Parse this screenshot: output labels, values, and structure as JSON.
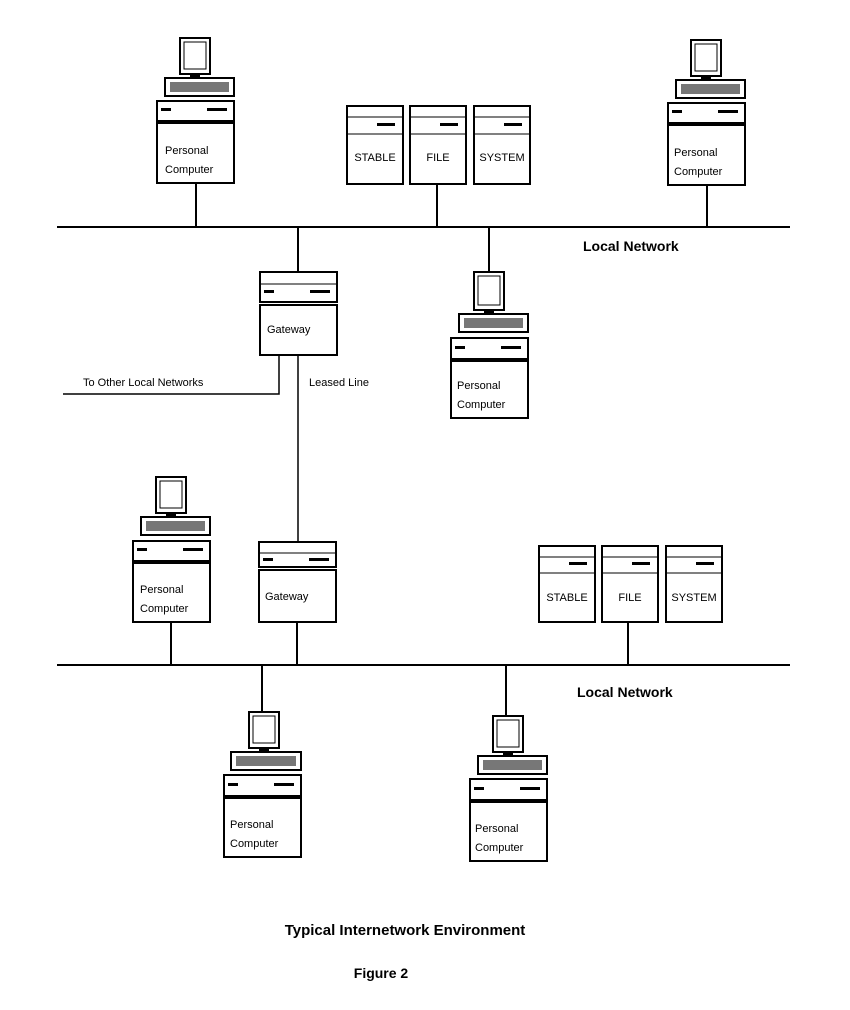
{
  "labels": {
    "personal_computer_line1": "Personal",
    "personal_computer_line2": "Computer",
    "gateway": "Gateway",
    "file_system_1": "STABLE",
    "file_system_2": "FILE",
    "file_system_3": "SYSTEM",
    "local_network": "Local Network",
    "to_other": "To Other Local Networks",
    "leased_line": "Leased Line"
  },
  "title": "Typical Internetwork Environment",
  "figure": "Figure 2"
}
